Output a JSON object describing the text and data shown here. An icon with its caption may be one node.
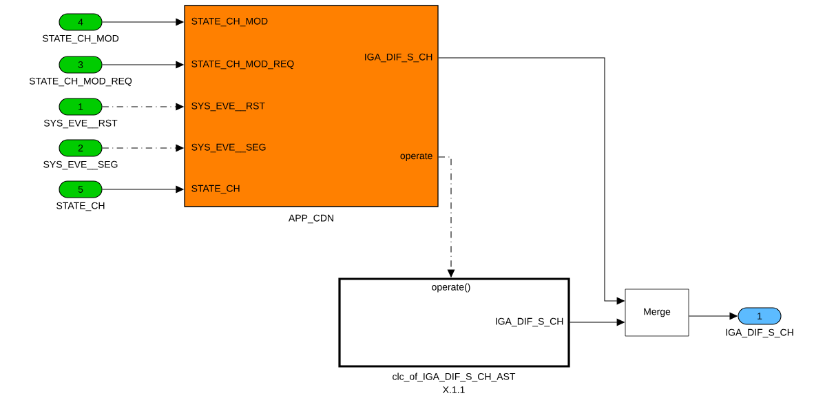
{
  "diagram": {
    "nodes": [
      {
        "text": [
          "4"
        ],
        "beside": [
          "STATE_CH_MOD"
        ]
      },
      {
        "text": [
          "3"
        ],
        "beside": [
          "STATE_CH_MOD_REQ"
        ]
      },
      {
        "text": [
          "1"
        ],
        "beside": [
          "SYS_EVE__RST"
        ]
      },
      {
        "text": [
          "2"
        ],
        "beside": [
          "SYS_EVE__SEG"
        ]
      },
      {
        "text": [
          "5"
        ],
        "beside": [
          "STATE_CH"
        ]
      },
      {
        "text": [
          "STATE_CH_MOD",
          "STATE_CH_MOD_REQ",
          "SYS_EVE__RST",
          "SYS_EVE__SEG",
          "STATE_CH",
          "IGA_DIF_S_CH",
          "operate"
        ],
        "beside": [
          "APP_CDN"
        ]
      },
      {
        "text": [
          "operate()",
          "IGA_DIF_S_CH"
        ],
        "beside": [
          "clc_of_IGA_DIF_S_CH_AST",
          "X.1.1"
        ]
      },
      {
        "text": [
          "Merge"
        ]
      },
      {
        "text": [
          "1"
        ],
        "beside": [
          "IGA_DIF_S_CH"
        ]
      }
    ],
    "edges": [
      {
        "from": 0,
        "to": 5,
        "arrow": "to"
      },
      {
        "from": 1,
        "to": 5,
        "arrow": "to"
      },
      {
        "from": 2,
        "to": 5,
        "arrow": "to",
        "style": "dashed"
      },
      {
        "from": 3,
        "to": 5,
        "arrow": "to",
        "style": "dashed"
      },
      {
        "from": 4,
        "to": 5,
        "arrow": "to"
      },
      {
        "from": 5,
        "to": 6,
        "arrow": "to",
        "style": "dashed"
      },
      {
        "from": 5,
        "to": 7,
        "arrow": "to"
      },
      {
        "from": 6,
        "to": 7,
        "arrow": "to"
      },
      {
        "from": 7,
        "to": 8,
        "arrow": "to"
      }
    ]
  }
}
